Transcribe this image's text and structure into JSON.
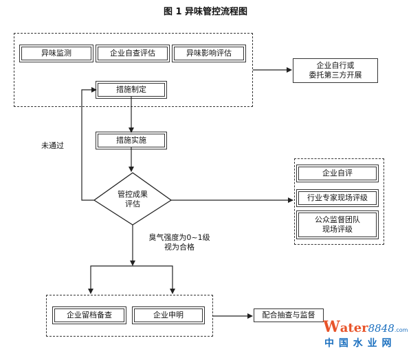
{
  "title": "图 1 异味管控流程图",
  "top_group": {
    "monitor": "异味监测",
    "self_check": "企业自查评估",
    "impact": "异味影响评估",
    "measures_plan": "措施制定"
  },
  "side_note": "企业自行或\n委托第三方开展",
  "implement": "措施实施",
  "decision": "管控成果\n评估",
  "fail_label": "未通过",
  "pass_label": "臭气强度为0~1级\n视为合格",
  "eval_group": {
    "self_eval": "企业自评",
    "expert_eval": "行业专家现场评级",
    "public_eval": "公众监督团队\n现场评级"
  },
  "bottom_group": {
    "record": "企业留档备查",
    "declare": "企业申明"
  },
  "spot_check": "配合抽查与监督",
  "watermark": {
    "brand_w": "W",
    "brand_rest": "ater",
    "number": "8848",
    "suffix": ".com",
    "cn": "中 国 水 业 网"
  }
}
